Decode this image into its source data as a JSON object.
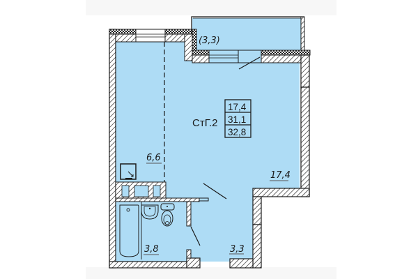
{
  "plan": {
    "unit_code": "СтГ.2",
    "area_summary": {
      "living_area": "17,4",
      "total_area": "31,1",
      "total_area_with_balcony": "32,8"
    },
    "rooms": [
      {
        "id": "kitchen",
        "area": "6,6"
      },
      {
        "id": "living-room",
        "area": "17,4"
      },
      {
        "id": "bathroom",
        "area": "3,8"
      },
      {
        "id": "hallway",
        "area": "3,3"
      },
      {
        "id": "balcony",
        "area": "(3,3)"
      }
    ],
    "colors": {
      "floor": "#aedcf5",
      "wall": "#1a1a1a",
      "background": "#ffffff",
      "strip": "#f7f7f7"
    }
  }
}
